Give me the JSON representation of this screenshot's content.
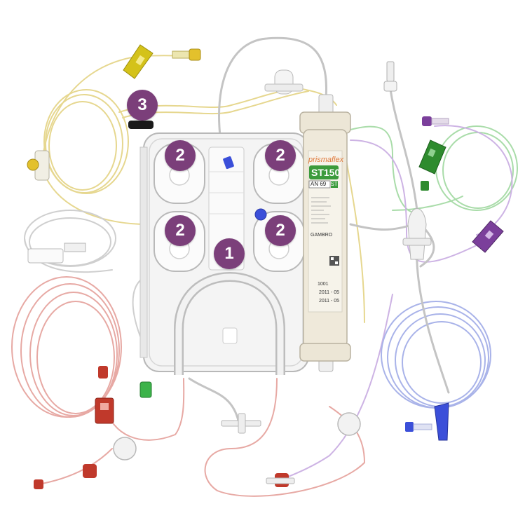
{
  "badges": {
    "cartridge": "1",
    "pump_segment": "2",
    "clamp": "3"
  },
  "filter": {
    "brand": "prismaflex",
    "model": "ST150",
    "model_suffix": "",
    "membrane": "AN 69",
    "membrane_suffix": "ST",
    "maker": "GAMBRO",
    "lot_code": "1001",
    "date_1": "2011 - 05",
    "date_2": "2011 - 05"
  },
  "colors": {
    "badge": "#7b3f7a",
    "filter_green": "#3c9b3c",
    "brand_orange": "#e07a3c",
    "blood_red": "#c0392b",
    "clamp_yellow": "#d4c21a",
    "clamp_green": "#2e8b2e",
    "clamp_purple": "#7b3f9b",
    "clamp_blue": "#3b4fd9",
    "tube_yellow": "#e9dc9a",
    "tube_red": "#e7a9a4",
    "tube_blue": "#a9b3e9",
    "tube_green": "#a9dca9",
    "tube_purple": "#cdb3e4"
  },
  "icons": [
    "tube-clamp-icon",
    "luer-connector-icon",
    "pressure-pod-icon",
    "t-connector-icon",
    "drip-chamber-icon"
  ]
}
